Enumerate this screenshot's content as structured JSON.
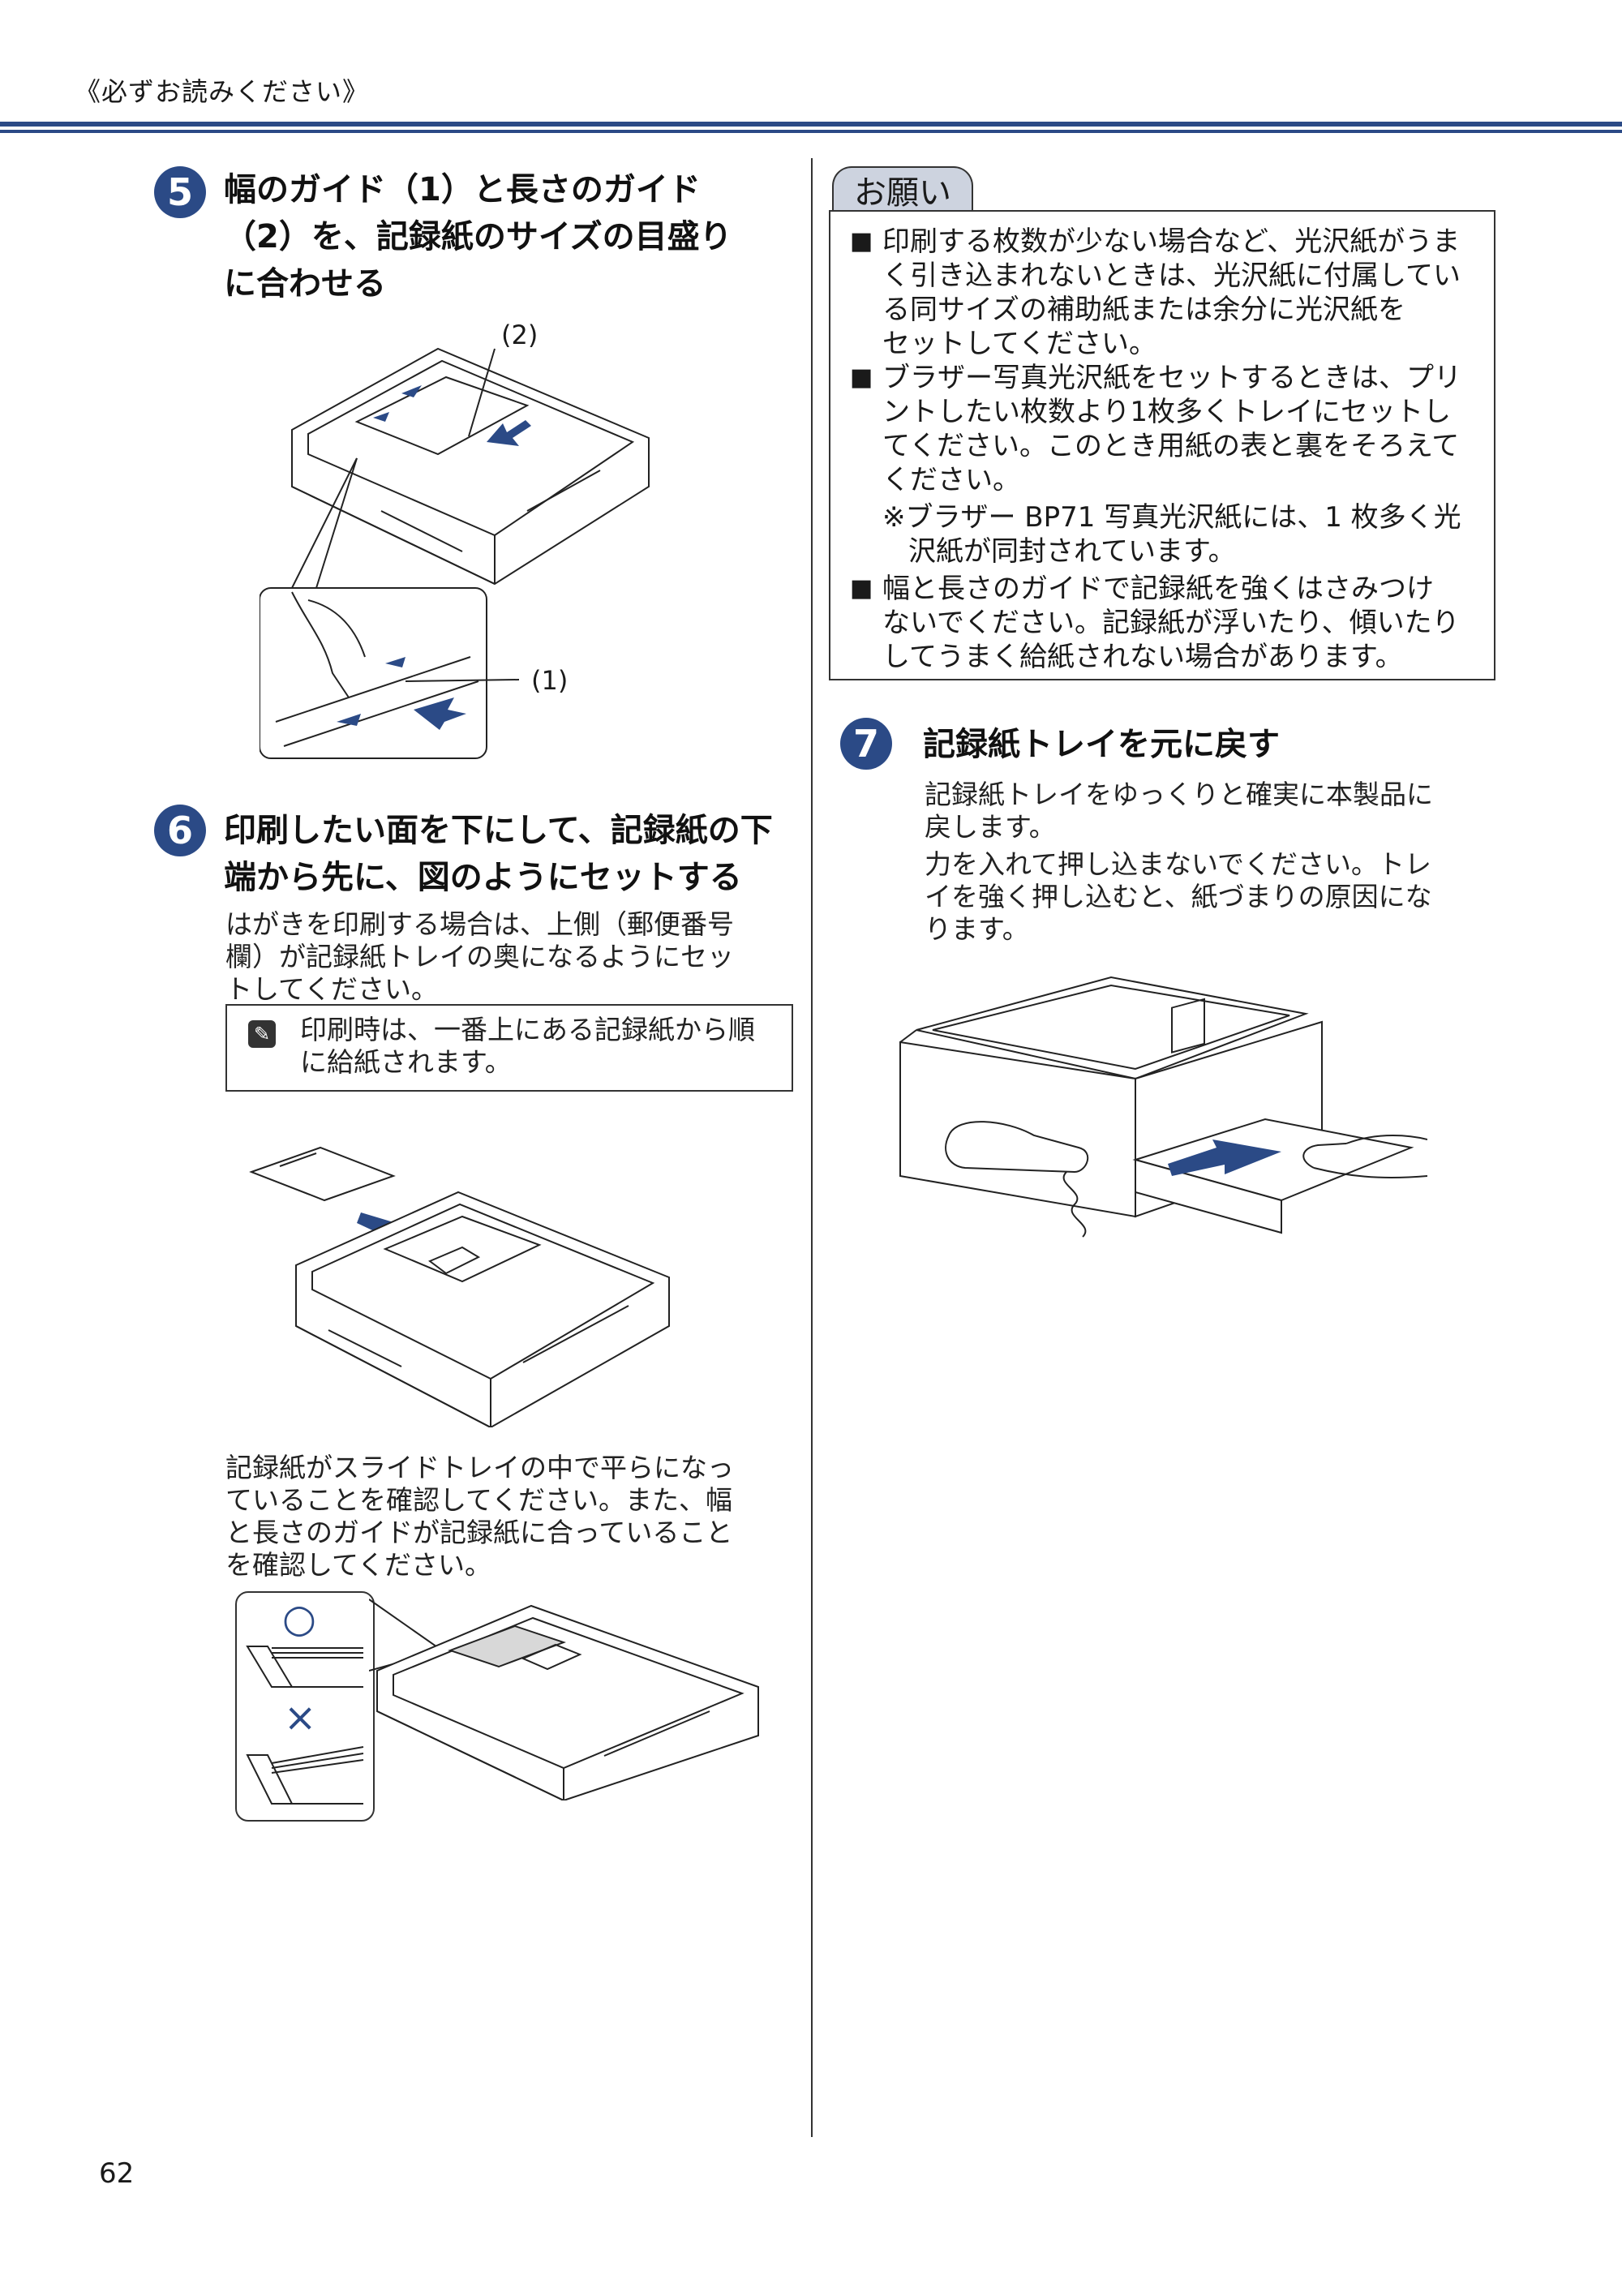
{
  "header": {
    "title": "《必ずお読みください》"
  },
  "step5": {
    "number": "5",
    "title_lines": [
      "幅のガイド（1）と長さのガイド",
      "（2）を、記録紙のサイズの目盛り",
      "に合わせる"
    ],
    "label_2": "(2)",
    "label_1": "(1)"
  },
  "step6": {
    "number": "6",
    "title_lines": [
      "印刷したい面を下にして、記録紙の下",
      "端から先に、図のようにセットする"
    ],
    "body_lines": [
      "はがきを印刷する場合は、上側（郵便番号",
      "欄）が記録紙トレイの奥になるようにセッ",
      "トしてください。"
    ],
    "note_lines": [
      "印刷時は、一番上にある記録紙から順",
      "に給紙されます。"
    ],
    "after_lines": [
      "記録紙がスライドトレイの中で平らになっ",
      "ていることを確認してください。また、幅",
      "と長さのガイドが記録紙に合っていること",
      "を確認してください。"
    ],
    "ok_mark": "○",
    "ng_mark": "×"
  },
  "onegai": {
    "tab": "お願い",
    "items": [
      {
        "lines": [
          "印刷する枚数が少ない場合など、光沢紙がうま",
          "く引き込まれないときは、光沢紙に付属してい",
          "る同サイズの補助紙または余分に光沢紙を",
          "セットしてください。"
        ]
      },
      {
        "lines": [
          "ブラザー写真光沢紙をセットするときは、プリ",
          "ントしたい枚数より1枚多くトレイにセットし",
          "てください。このとき用紙の表と裏をそろえて",
          "ください。"
        ]
      },
      {
        "lines": [
          "幅と長さのガイドで記録紙を強くはさみつけ",
          "ないでください。記録紙が浮いたり、傾いたり",
          "してうまく給紙されない場合があります。"
        ]
      }
    ],
    "sub_note_lines": [
      "※ブラザー BP71 写真光沢紙には、1 枚多く光",
      "沢紙が同封されています。"
    ],
    "bullet": "■"
  },
  "step7": {
    "number": "7",
    "title": "記録紙トレイを元に戻す",
    "body1_lines": [
      "記録紙トレイをゆっくりと確実に本製品に",
      "戻します。"
    ],
    "body2_lines": [
      "力を入れて押し込まないでください。トレ",
      "イを強く押し込むと、紙づまりの原因にな",
      "ります。"
    ]
  },
  "page_number": "62",
  "colors": {
    "accent": "#2b4a86",
    "tab_bg": "#cdd3df"
  }
}
